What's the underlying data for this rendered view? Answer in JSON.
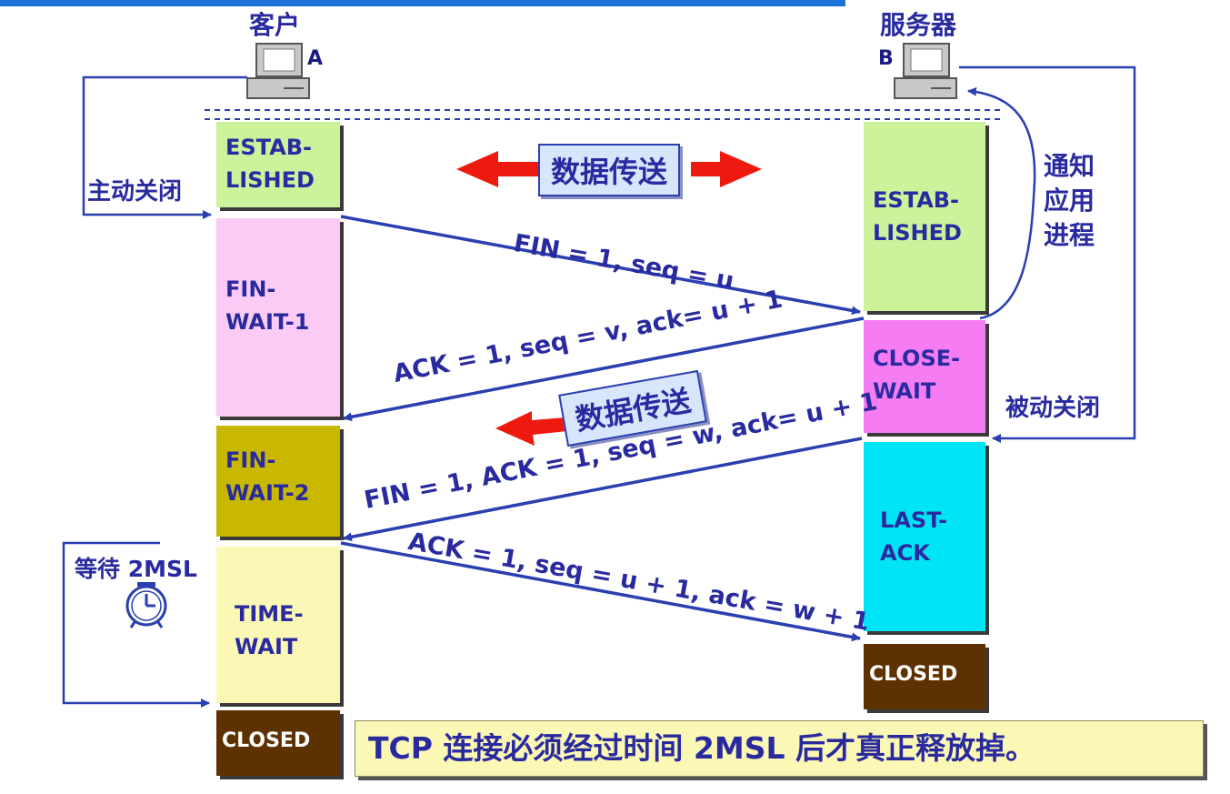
{
  "client": {
    "title": "客户",
    "letter": "A"
  },
  "server": {
    "title": "服务器",
    "letter": "B"
  },
  "client_states": [
    "ESTAB-\nLISHED",
    "FIN-\nWAIT-1",
    "FIN-\nWAIT-2",
    "TIME-\nWAIT",
    "CLOSED"
  ],
  "server_states": [
    "ESTAB-\nLISHED",
    "CLOSE-\nWAIT",
    "LAST-\nACK",
    "CLOSED"
  ],
  "labels": {
    "active_close": "主动关闭",
    "passive_close": "被动关闭",
    "notify_app": "通知\n应用\n进程",
    "wait_2msl": "等待 2MSL",
    "data_transfer_1": "数据传送",
    "data_transfer_2": "数据传送"
  },
  "messages": {
    "fin1": "FIN = 1, seq = u",
    "ack1": "ACK = 1, seq = v, ack= u + 1",
    "fin2": "FIN = 1, ACK = 1, seq = w, ack= u + 1",
    "ack2": "ACK = 1, seq = u + 1, ack = w + 1"
  },
  "note": "TCP 连接必须经过时间 2MSL 后才真正释放掉。",
  "colors": {
    "established": "#cdf29c",
    "fin_wait_1": "#fbcbf5",
    "fin_wait_2": "#c8b800",
    "time_wait": "#fbf7b4",
    "closed": "#5e3200",
    "close_wait": "#f57cf2",
    "last_ack": "#00e5f5",
    "arrow": "#2a3fb0",
    "red_arrow": "#ee1a10"
  }
}
